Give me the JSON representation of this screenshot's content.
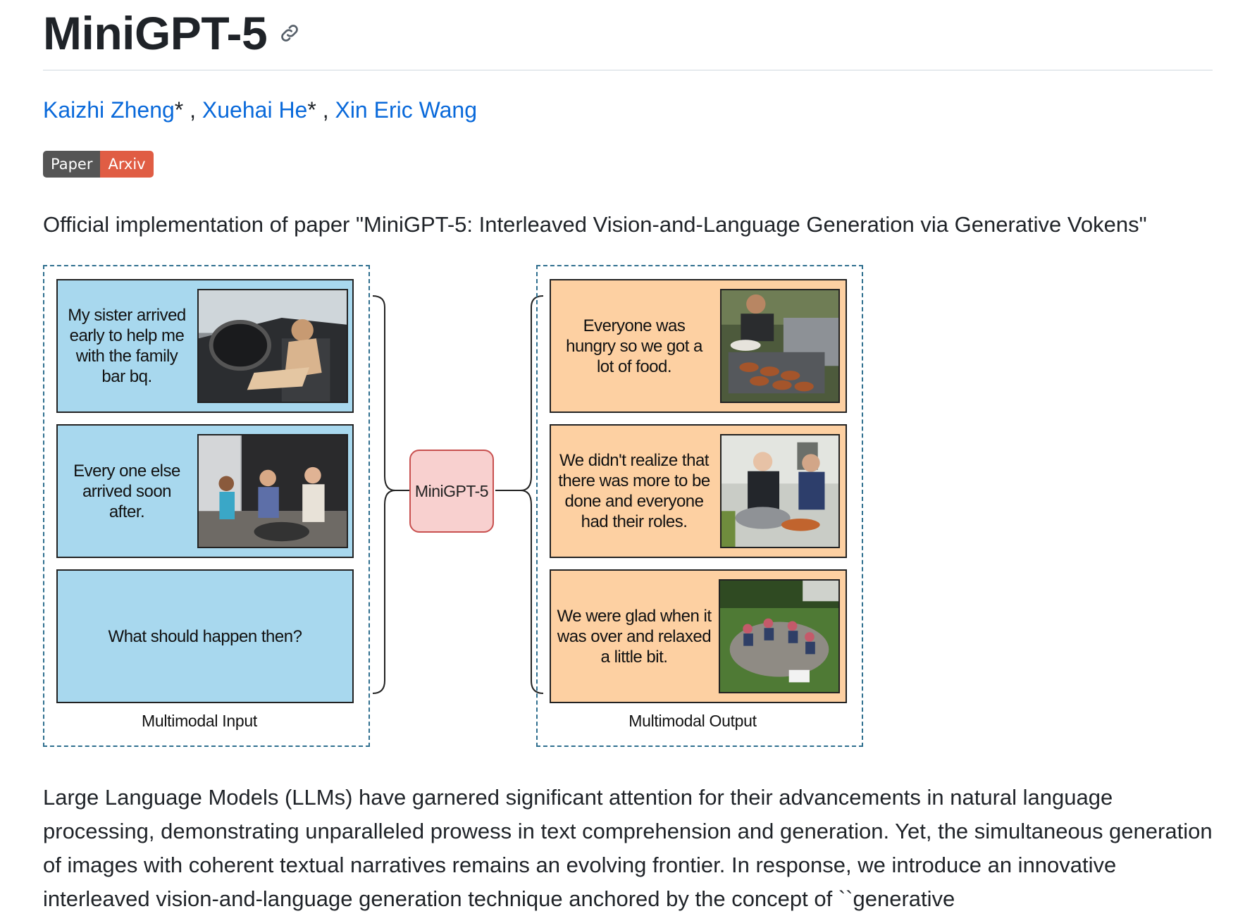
{
  "header": {
    "title": "MiniGPT-5",
    "anchor_icon": "link-icon"
  },
  "authors": {
    "a1": "Kaizhi Zheng",
    "a1_mark": "*",
    "sep1": " , ",
    "a2": "Xuehai He",
    "a2_mark": "*",
    "sep2": " , ",
    "a3": "Xin Eric Wang"
  },
  "badge": {
    "left": "Paper",
    "right": "Arxiv",
    "left_color": "#555555",
    "right_color": "#e05d44"
  },
  "lead": "Official implementation of paper \"MiniGPT-5: Interleaved Vision-and-Language Generation via Generative Vokens\"",
  "figure": {
    "input": {
      "panels": [
        "My sister arrived early to help me with the family bar bq.",
        "Every one else arrived soon after.",
        "What should happen then?"
      ],
      "caption": "Multimodal Input"
    },
    "model_label": "MiniGPT-5",
    "output": {
      "panels": [
        "Everyone was hungry so we got a lot of food.",
        "We didn't realize that there was more to be done and everyone had their roles.",
        "We were glad when it was over and relaxed a little bit."
      ],
      "caption": "Multimodal Output"
    },
    "colors": {
      "input_panel": "#a8d8ee",
      "output_panel": "#fdd0a2",
      "model_box": "#f8d0cf",
      "dashed_border": "#2f6f8f"
    }
  },
  "paragraph": "Large Language Models (LLMs) have garnered significant attention for their advancements in natural language processing, demonstrating unparalleled prowess in text comprehension and generation. Yet, the simultaneous generation of images with coherent textual narratives remains an evolving frontier. In response, we introduce an innovative interleaved vision-and-language generation technique anchored by the concept of ``generative"
}
